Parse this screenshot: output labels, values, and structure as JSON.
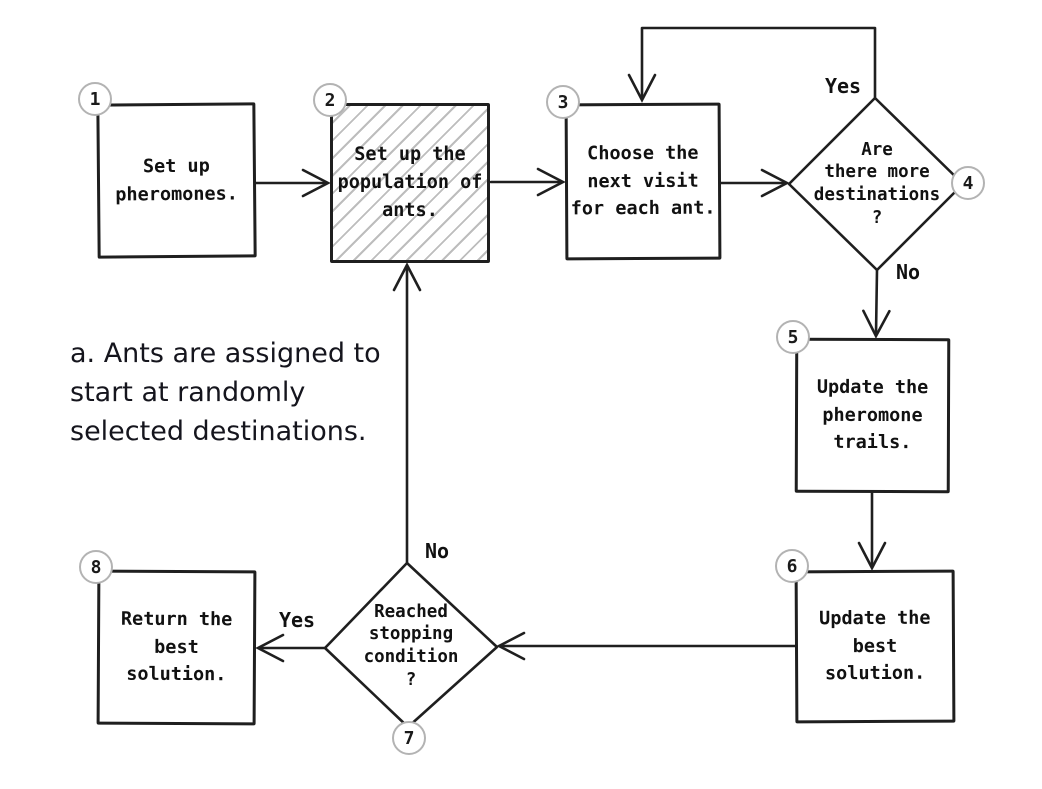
{
  "flowchart": {
    "nodes": [
      {
        "number": "1",
        "type": "process",
        "label": "Set up\npheromones."
      },
      {
        "number": "2",
        "type": "process-hatched",
        "label": "Set up the\npopulation of\nants."
      },
      {
        "number": "3",
        "type": "process",
        "label": "Choose the\nnext visit\nfor each ant."
      },
      {
        "number": "4",
        "type": "decision",
        "label": "Are\nthere more\ndestinations\n?"
      },
      {
        "number": "5",
        "type": "process",
        "label": "Update the\npheromone\ntrails."
      },
      {
        "number": "6",
        "type": "process",
        "label": "Update the\nbest\nsolution."
      },
      {
        "number": "7",
        "type": "decision",
        "label": "Reached\nstopping\ncondition\n?"
      },
      {
        "number": "8",
        "type": "process",
        "label": "Return the\nbest\nsolution."
      }
    ],
    "edge_labels": {
      "destinations_yes_loop": "Yes",
      "destinations_no_down": "No",
      "stopping_no_up": "No",
      "stopping_yes_left": "Yes"
    },
    "annotation": "a. Ants are assigned to\nstart at randomly\nselected destinations.",
    "colors": {
      "stroke": "#1f1f1f",
      "hatch": "#bdbdbd",
      "circle_border": "#b3b3b3",
      "background": "#ffffff"
    }
  }
}
